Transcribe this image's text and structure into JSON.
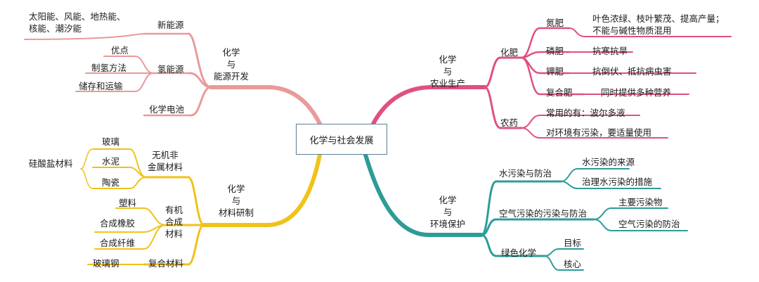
{
  "center": "化学与社会发展",
  "branches": {
    "energy": {
      "title": [
        "化学",
        "与",
        "能源开发"
      ],
      "new_energy": "新能源",
      "new_energy_examples": [
        "太阳能、风能、地热能、",
        "核能、潮汐能"
      ],
      "hydrogen": "氢能源",
      "hydrogen_items": [
        "优点",
        "制氢方法",
        "储存和运输"
      ],
      "battery": "化学电池"
    },
    "materials": {
      "title": [
        "化学",
        "与",
        "材料研制"
      ],
      "inorganic": [
        "无机非",
        "金属材料"
      ],
      "inorganic_items": [
        "玻璃",
        "水泥",
        "陶瓷"
      ],
      "silicate": "硅酸盐材料",
      "organic": [
        "有机",
        "合成",
        "材料"
      ],
      "organic_items": [
        "塑料",
        "合成橡胶",
        "合成纤维"
      ],
      "composite": "复合材料",
      "composite_example": "玻璃钢"
    },
    "agriculture": {
      "title": [
        "化学",
        "与",
        "农业生产"
      ],
      "fertilizer": "化肥",
      "fertilizers": [
        {
          "name": "氮肥",
          "desc": [
            "叶色浓绿、枝叶繁茂、提高产量；",
            "不能与碱性物质混用"
          ]
        },
        {
          "name": "磷肥",
          "desc": [
            "抗寒抗旱"
          ]
        },
        {
          "name": "钾肥",
          "desc": [
            "抗倒伏、抵抗病虫害"
          ]
        },
        {
          "name": "复合肥",
          "desc": [
            "同时提供多种营养"
          ]
        }
      ],
      "pesticide": "农药",
      "pesticide_items": [
        "常用的有：波尔多液",
        "对环境有污染，要适量使用"
      ]
    },
    "environment": {
      "title": [
        "化学",
        "与",
        "环境保护"
      ],
      "water": "水污染与防治",
      "water_items": [
        "水污染的来源",
        "治理水污染的措施"
      ],
      "air": "空气污染的污染与防治",
      "air_items": [
        "主要污染物",
        "空气污染的防治"
      ],
      "green": "绿色化学",
      "green_items": [
        "目标",
        "核心"
      ]
    }
  },
  "colors": {
    "energy": "#e99a9a",
    "agriculture": "#e0507e",
    "materials": "#f0c21a",
    "environment": "#2c9c98",
    "center_border": "#5a7f95"
  }
}
